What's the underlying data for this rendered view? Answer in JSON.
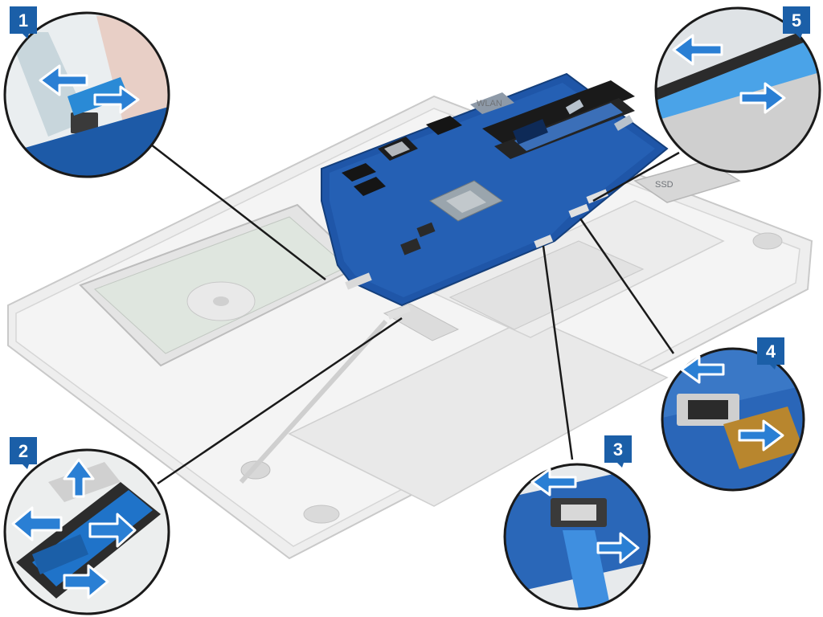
{
  "labels": {
    "wlan": "WLAN",
    "ssd": "SSD"
  },
  "steps": [
    {
      "number": "1"
    },
    {
      "number": "2"
    },
    {
      "number": "3"
    },
    {
      "number": "4"
    },
    {
      "number": "5"
    }
  ],
  "colors": {
    "board": "#1f56a8",
    "badge": "#1b5fa8",
    "arrow": "#2a7fd4",
    "arrow_outline": "#ffffff",
    "callout_line": "#1a1a1a",
    "chassis": "#e6e6e6"
  },
  "icons": [
    "arrow-icon"
  ]
}
